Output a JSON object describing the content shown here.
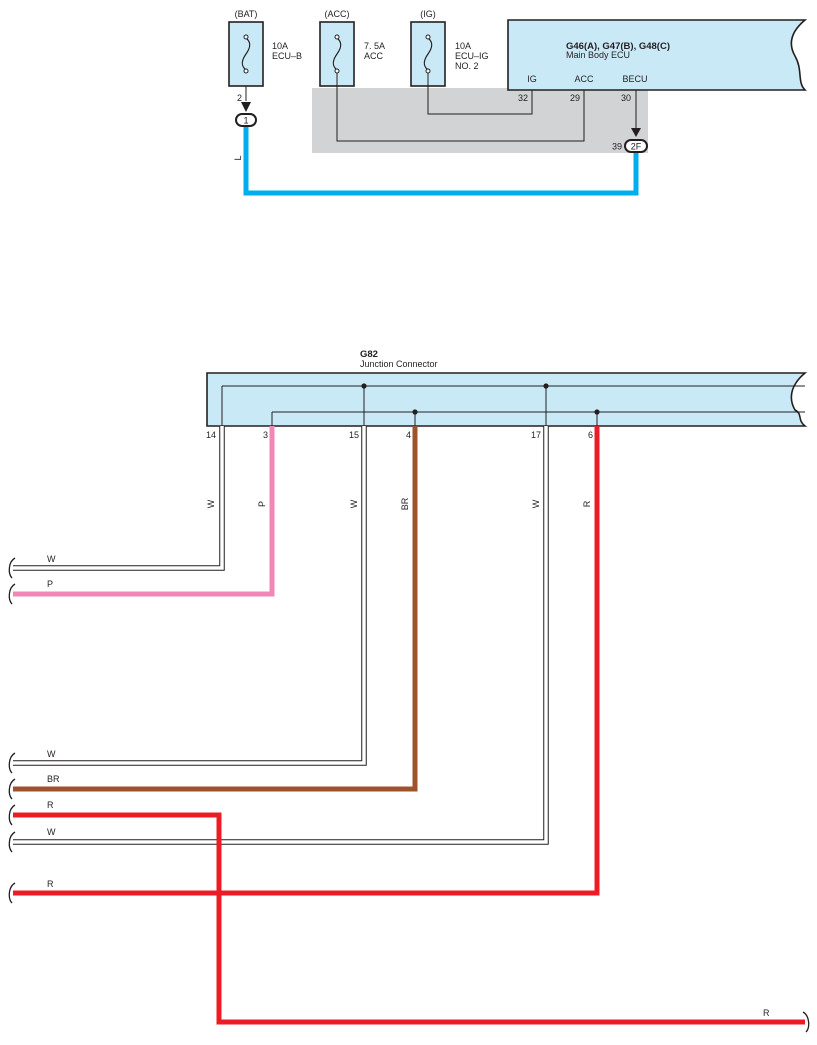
{
  "fuses": [
    {
      "source": "(BAT)",
      "rating": "10A",
      "name_lines": [
        "ECU–B"
      ]
    },
    {
      "source": "(ACC)",
      "rating": "7. 5A",
      "name_lines": [
        "ACC"
      ]
    },
    {
      "source": "(IG)",
      "rating": "10A",
      "name_lines": [
        "ECU–IG",
        "NO. 2"
      ]
    }
  ],
  "bat_fuse_pin": "2",
  "bat_connector": "1",
  "bat_wire_color": "L",
  "ecu": {
    "title": "G46(A), G47(B), G48(C)",
    "subtitle": "Main Body ECU",
    "terminals": [
      {
        "name": "IG",
        "pin": "32"
      },
      {
        "name": "ACC",
        "pin": "29"
      },
      {
        "name": "BECU",
        "pin": "30"
      }
    ],
    "connector_pin": "39",
    "connector_id": "2F"
  },
  "junction": {
    "title": "G82",
    "subtitle": "Junction Connector",
    "pins": [
      {
        "pin": "14",
        "wire": "W"
      },
      {
        "pin": "3",
        "wire": "P"
      },
      {
        "pin": "15",
        "wire": "W"
      },
      {
        "pin": "4",
        "wire": "BR"
      },
      {
        "pin": "17",
        "wire": "W"
      },
      {
        "pin": "6",
        "wire": "R"
      }
    ]
  },
  "left_wire_labels": [
    "W",
    "P",
    "W",
    "BR",
    "R",
    "W",
    "R"
  ],
  "right_wire_label": "R",
  "colors": {
    "panel_fill": "#c9e9f7",
    "gray_area": "#d2d3d5",
    "wire_L": "#00aeef",
    "wire_P": "#f287b7",
    "wire_BR": "#a0522d",
    "wire_R": "#ed1c24",
    "wire_W": "#ffffff",
    "line": "#231f20"
  }
}
